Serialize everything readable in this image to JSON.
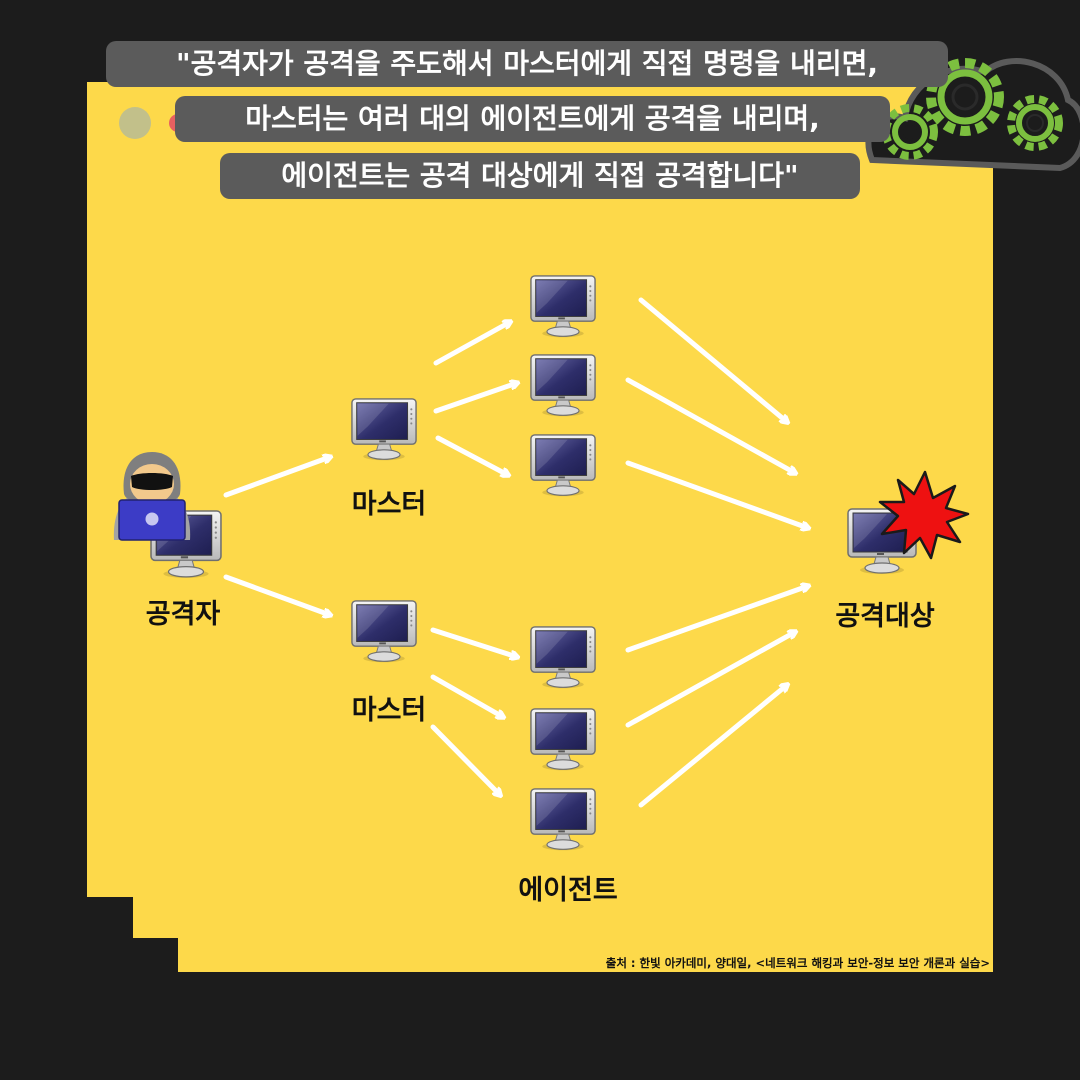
{
  "caption": {
    "lines": [
      "\"공격자가 공격을 주도해서 마스터에게 직접 명령을 내리면,",
      "마스터는 여러 대의 에이전트에게 공격을 내리며,",
      "에이전트는 공격 대상에게 직접 공격합니다\""
    ]
  },
  "labels": {
    "attacker": "공격자",
    "master_top": "마스터",
    "master_bottom": "마스터",
    "agent": "에이전트",
    "target": "공격대상"
  },
  "source": "출처 : 한빛 아카데미, 양대일, <네트워크 해킹과 보안-정보 보안 개론과 실습>",
  "colors": {
    "background": "#1c1c1c",
    "panel": "#fdd94a",
    "caption_bg": "#5b5b5b",
    "gear": "#7cbf3f",
    "burst": "#ee1111",
    "arrow": "#ffffff"
  },
  "icons": {
    "attacker": "hacker-icon",
    "computer": "computer-monitor-icon",
    "hit": "explosion-burst-icon",
    "decor": "gear-icon"
  }
}
